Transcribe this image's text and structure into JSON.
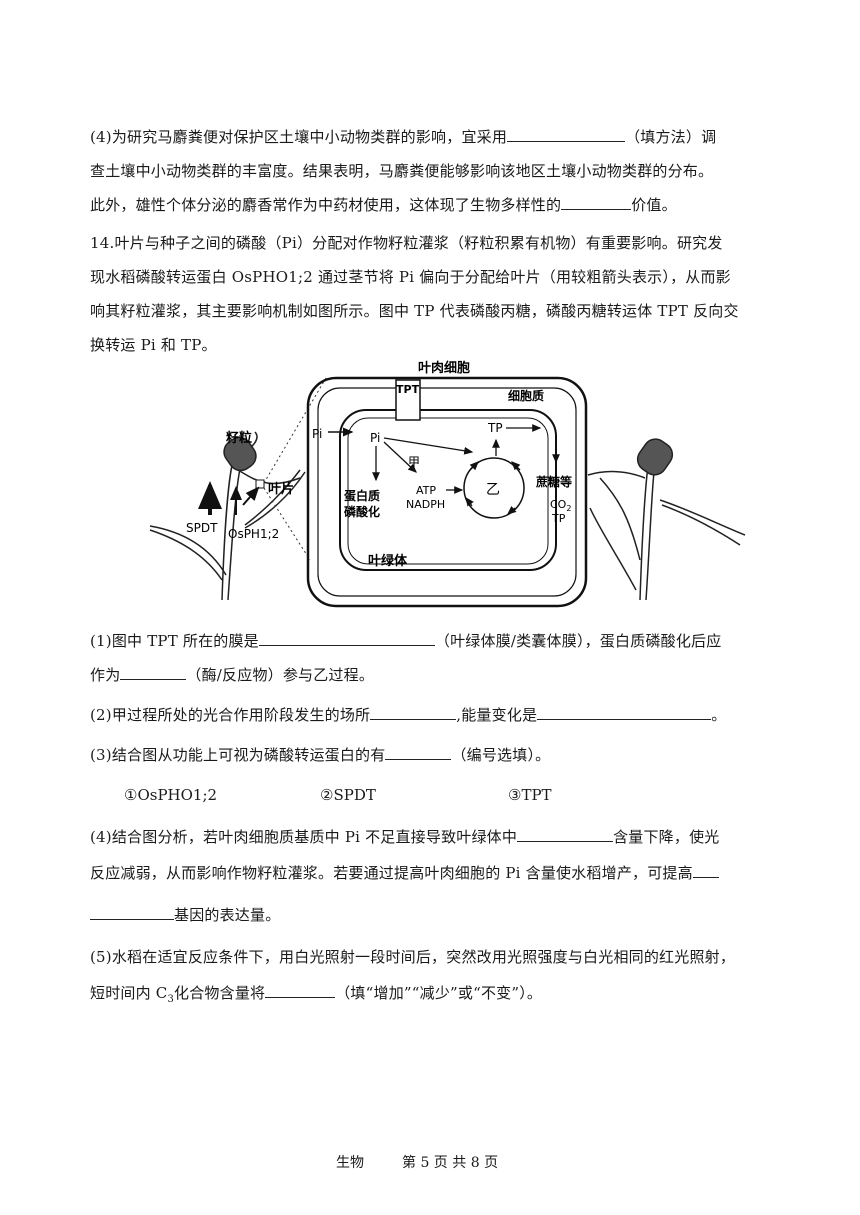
{
  "q13_4": {
    "l1a": "(4)为研究马麝粪便对保护区土壤中小动物类群的影响，宜采用",
    "l1b": "（填方法）调",
    "l2": "查土壤中小动物类群的丰富度。结果表明，马麝粪便能够影响该地区土壤小动物类群的分布。",
    "l3a": "此外，雄性个体分泌的麝香常作为中药材使用，这体现了生物多样性的",
    "l3b": "价值。"
  },
  "q14": {
    "intro1": "14.叶片与种子之间的磷酸（Pi）分配对作物籽粒灌浆（籽粒积累有机物）有重要影响。研究发",
    "intro2": "现水稻磷酸转运蛋白 OsPHO1;2 通过茎节将 Pi 偏向于分配给叶片（用较粗箭头表示），从而影",
    "intro3": "响其籽粒灌浆，其主要影响机制如图所示。图中 TP 代表磷酸丙糖，磷酸丙糖转运体 TPT 反向交",
    "intro4": "换转运 Pi 和 TP。",
    "diagram": {
      "cell_label": "叶肉细胞",
      "cytoplasm": "细胞质",
      "chloroplast": "叶绿体",
      "tpt": "TPT",
      "pi_out": "Pi",
      "pi_in": "Pi",
      "tp": "TP",
      "jia": "甲",
      "yi": "乙",
      "atp": "ATP",
      "nadph": "NADPH",
      "protein1": "蛋白质",
      "protein2": "磷酸化",
      "sucrose": "蔗糖等",
      "co2": "CO",
      "co2_sub": "2",
      "tp2": "TP",
      "grain": "籽粒",
      "leaf": "叶片",
      "spdt": "SPDT",
      "osph": "OsPH1;2"
    },
    "s1a": "(1)图中 TPT 所在的膜是",
    "s1b": "（叶绿体膜/类囊体膜），蛋白质磷酸化后应",
    "s1c": "作为",
    "s1d": "（酶/反应物）参与乙过程。",
    "s2a": "(2)甲过程所处的光合作用阶段发生的场所",
    "s2b": ",能量变化是",
    "s2c": "。",
    "s3a": "(3)结合图从功能上可视为磷酸转运蛋白的有",
    "s3b": "（编号选填）。",
    "opt1": "①OsPHO1;2",
    "opt2": "②SPDT",
    "opt3": "③TPT",
    "s4a": "(4)结合图分析，若叶肉细胞质基质中 Pi 不足直接导致叶绿体中",
    "s4b": "含量下降，使光",
    "s4c": "反应减弱，从而影响作物籽粒灌浆。若要通过提高叶肉细胞的 Pi 含量使水稻增产，可提高",
    "s4d": "基因的表达量。",
    "s5a": "(5)水稻在适宜反应条件下，用白光照射一段时间后，突然改用光照强度与白光相同的红光照射，",
    "s5b": "短时间内 C",
    "s5sub": "3",
    "s5c": "化合物含量将",
    "s5d": "（填“增加”“减少”或“不变”）。"
  },
  "footer": {
    "subject": "生物",
    "page": "第 5 页 共 8 页"
  }
}
